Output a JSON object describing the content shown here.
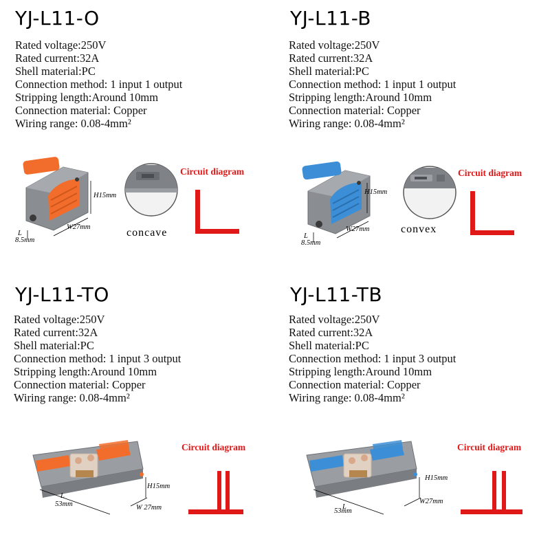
{
  "products": [
    {
      "model": "YJ-L11-O",
      "specs": [
        "Rated voltage:250V",
        "Rated current:32A",
        "Shell material:PC",
        "Connection method: 1 input 1 output",
        "Stripping length:Around 10mm",
        "Connection material: Copper",
        "Wiring range: 0.08-4mm²"
      ],
      "lever_color": "#f26d2b",
      "circuit_label": "Circuit diagram",
      "dims": {
        "height": "H15mm",
        "width": "W27mm",
        "length_top": "L",
        "length_bottom": "8.5mm"
      },
      "detail_label": "concave"
    },
    {
      "model": "YJ-L11-B",
      "specs": [
        "Rated voltage:250V",
        "Rated current:32A",
        "Shell material:PC",
        "Connection method: 1 input 1 output",
        "Stripping length:Around 10mm",
        "Connection material: Copper",
        "Wiring range: 0.08-4mm²"
      ],
      "lever_color": "#3c8fd6",
      "circuit_label": "Circuit diagram",
      "dims": {
        "height": "H15mm",
        "width": "W27mm",
        "length_top": "L",
        "length_bottom": "8.5mm"
      },
      "detail_label": "convex"
    },
    {
      "model": "YJ-L11-TO",
      "specs": [
        "Rated voltage:250V",
        "Rated current:32A",
        "Shell material:PC",
        "Connection method: 1 input 3 output",
        "Stripping length:Around 10mm",
        "Connection material: Copper",
        "Wiring range: 0.08-4mm²"
      ],
      "lever_color": "#f26d2b",
      "circuit_label": "Circuit diagram",
      "dims": {
        "height": "H15mm",
        "width": "W 27mm",
        "length_top": "L",
        "length_bottom": "53mm"
      }
    },
    {
      "model": "YJ-L11-TB",
      "specs": [
        "Rated voltage:250V",
        "Rated current:32A",
        "Shell material:PC",
        "Connection method: 1 input 3 output",
        "Stripping length:Around 10mm",
        "Connection material: Copper",
        "Wiring range: 0.08-4mm²"
      ],
      "lever_color": "#3c8fd6",
      "circuit_label": "Circuit diagram",
      "dims": {
        "height": "H15mm",
        "width": "W27mm",
        "length_top": "L",
        "length_bottom": "53mm"
      }
    }
  ],
  "colors": {
    "diagram_red": "#e01818",
    "shell_grey": "#8a8d91",
    "orange": "#f26d2b",
    "blue": "#3c8fd6"
  }
}
